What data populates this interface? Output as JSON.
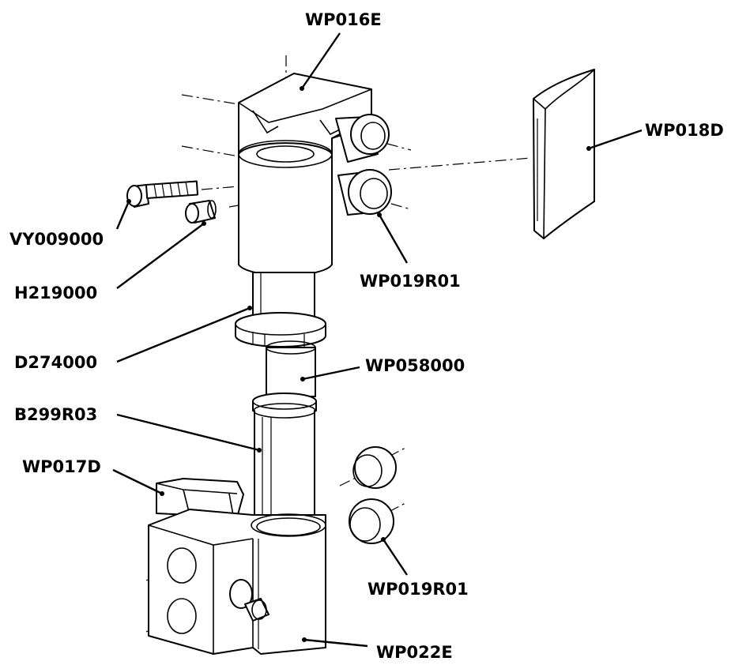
{
  "labels": {
    "wp016e": "WP016E",
    "wp018d": "WP018D",
    "vy009000": "VY009000",
    "h219000": "H219000",
    "wp019r01_top": "WP019R01",
    "d274000": "D274000",
    "wp058000": "WP058000",
    "b299r03": "B299R03",
    "wp017d": "WP017D",
    "wp019r01_bottom": "WP019R01",
    "wp022e": "WP022E"
  }
}
